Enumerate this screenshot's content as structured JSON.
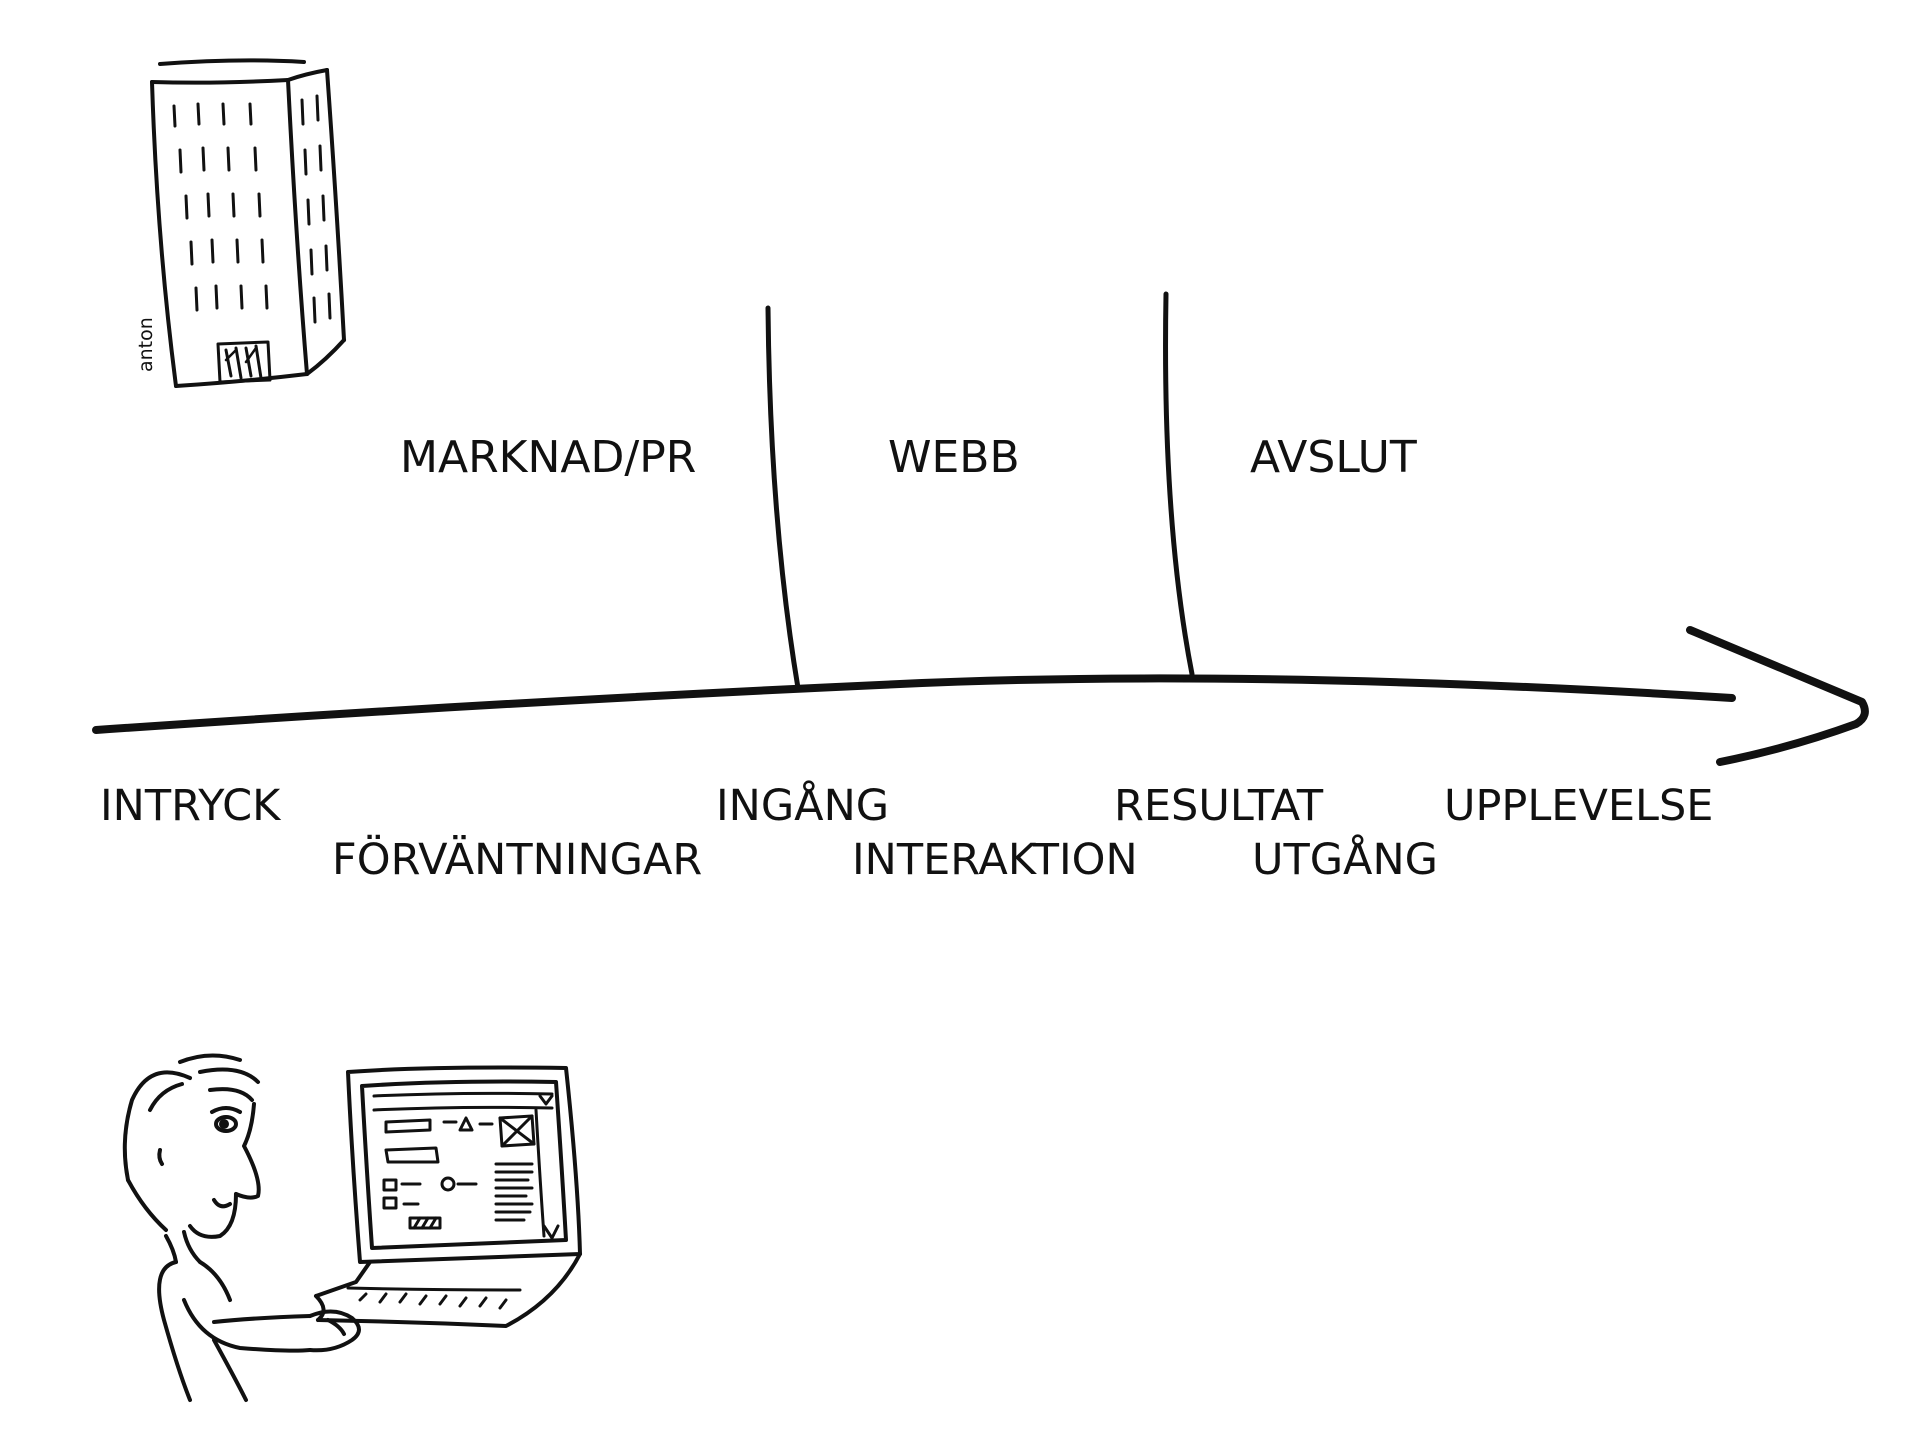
{
  "diagram": {
    "ink_color": "#111111",
    "background": "#ffffff",
    "phases": [
      "MARKNAD/PR",
      "WEBB",
      "AVSLUT"
    ],
    "stages": [
      "INTRYCK",
      "FÖRVÄNTNINGAR",
      "INGÅNG",
      "INTERAKTION",
      "RESULTAT",
      "UTGÅNG",
      "UPPLEVELSE"
    ],
    "signature": "anton",
    "icons": {
      "building": "office-building-icon",
      "user": "user-at-computer-icon",
      "arrow": "timeline-arrow"
    }
  }
}
